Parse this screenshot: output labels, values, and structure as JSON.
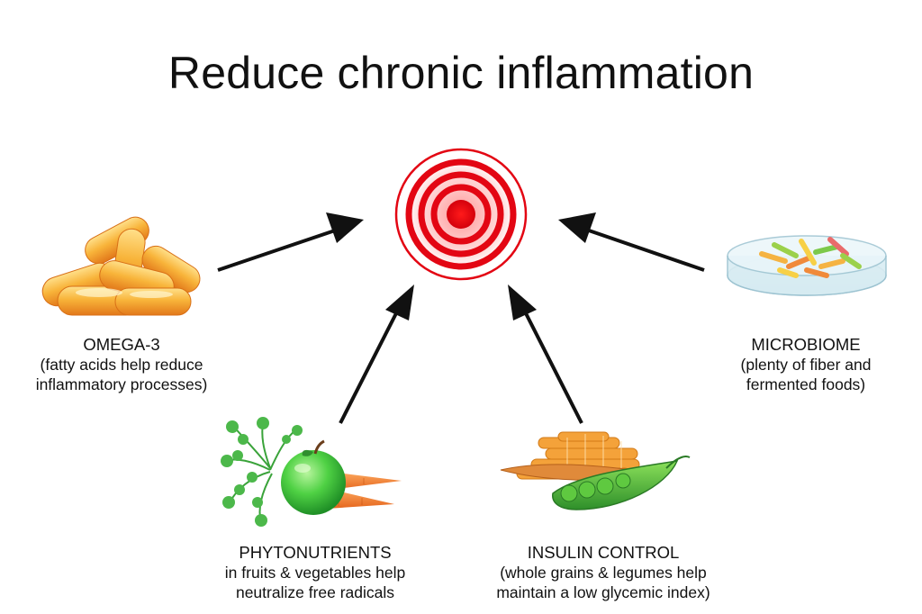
{
  "title": "Reduce chronic inflammation",
  "colors": {
    "inflammation_red": "#e30613",
    "arrow": "#111111",
    "capsule": "#f6a623",
    "apple": "#3fc63a",
    "carrot": "#f07b1e",
    "dish": "#cfe6ee",
    "pea": "#4fb33a"
  },
  "icons": {
    "center": "inflammation-target-icon",
    "omega": "omega-3-capsules-icon",
    "micro": "petri-dish-icon",
    "phyto": "apple-carrots-icon",
    "insulin": "grains-legumes-icon"
  },
  "items": {
    "omega": {
      "head": "OMEGA-3",
      "lines": [
        "(fatty acids help reduce",
        "inflammatory processes)"
      ]
    },
    "micro": {
      "head": "MICROBIOME",
      "lines": [
        "(plenty of fiber and",
        "fermented foods)"
      ]
    },
    "phyto": {
      "head": "PHYTONUTRIENTS",
      "lines": [
        "in fruits & vegetables help",
        "neutralize free radicals"
      ]
    },
    "insulin": {
      "head": "INSULIN CONTROL",
      "lines": [
        "(whole grains & legumes help",
        "maintain a low glycemic index)"
      ]
    }
  }
}
